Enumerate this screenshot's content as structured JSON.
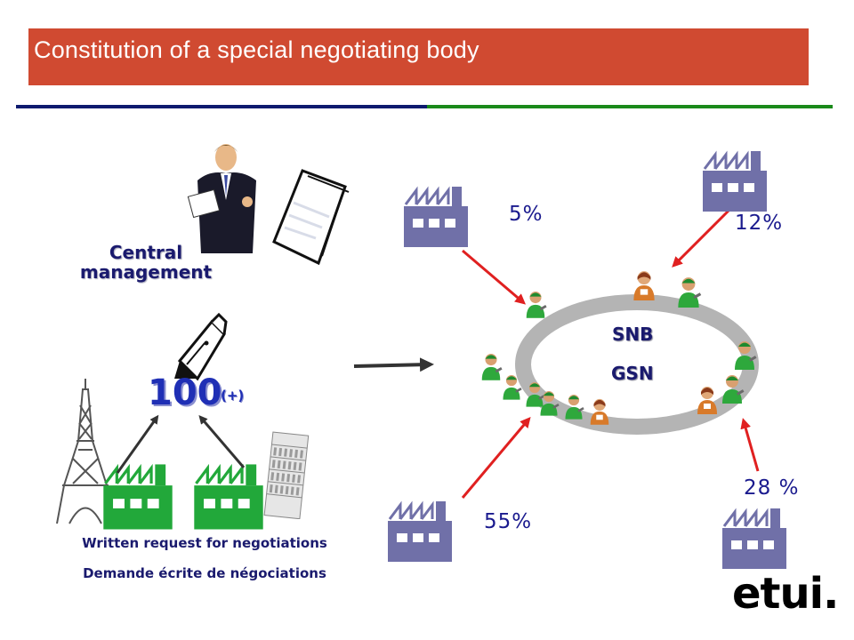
{
  "title": "Constitution of a special negotiating body",
  "central_management": "Central management",
  "threshold": {
    "value": "100",
    "suffix": "(+)"
  },
  "written_request_en": "Written request for negotiations",
  "written_request_fr": "Demande écrite de négociations",
  "body": {
    "name_en": "SNB",
    "name_fr": "GSN"
  },
  "workforce_shares": [
    {
      "label": "5%"
    },
    {
      "label": "12%"
    },
    {
      "label": "28 %"
    },
    {
      "label": "55%"
    }
  ],
  "logo": "etui.",
  "colors": {
    "title_bar": "#d04a31",
    "rule_left": "#0d1a6e",
    "rule_right": "#1a8a1a",
    "factory_purple": "#7070a8",
    "factory_green": "#22a83a",
    "arrow_red": "#e02020",
    "ring_gray": "#b4b4b4"
  },
  "icons": [
    "businessman-icon",
    "document-icon",
    "fountain-pen-icon",
    "eiffel-tower-icon",
    "pisa-tower-icon",
    "factory-icon",
    "worker-icon"
  ]
}
